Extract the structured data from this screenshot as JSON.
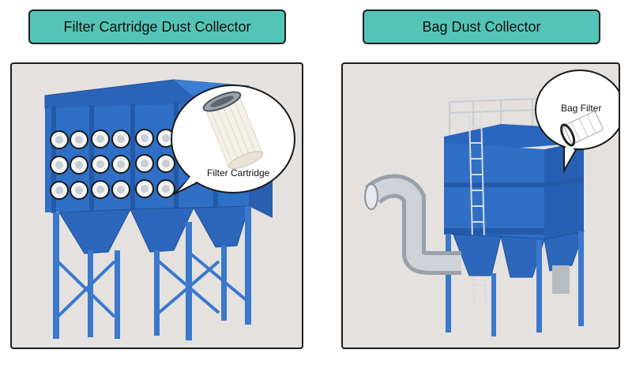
{
  "left": {
    "title": "Filter Cartridge Dust Collector",
    "callout_label": "Filter Cartridge"
  },
  "right": {
    "title": "Bag Dust Collector",
    "callout_label": "Bag Filter"
  },
  "colors": {
    "title_fill": "#55c4b8",
    "panel_bg": "#e4e1df",
    "collector_blue": "#2f6fc6",
    "collector_dark": "#1f4f95",
    "duct_silver": "#b7bcc2"
  }
}
